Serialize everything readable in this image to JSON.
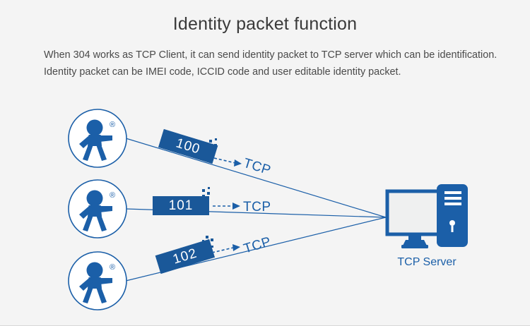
{
  "page": {
    "title": "Identity packet function",
    "background_color": "#f4f4f4",
    "accent_color": "#1b5fa8",
    "packet_fill_color": "#1a5899",
    "title_color": "#3a3a3a",
    "body_color": "#4a4a4a"
  },
  "description": {
    "line1": "When 304 works as TCP Client, it can send identity packet to TCP server which can be identification.",
    "line2": "Identity packet can be IMEI code, ICCID code and user editable identity packet."
  },
  "diagram": {
    "clients": [
      {
        "id": "client-1",
        "icon": "person-in-circle-icon",
        "trademark": "®",
        "packet_label": "100",
        "protocol_label": "TCP"
      },
      {
        "id": "client-2",
        "icon": "person-in-circle-icon",
        "trademark": "®",
        "packet_label": "101",
        "protocol_label": "TCP"
      },
      {
        "id": "client-3",
        "icon": "person-in-circle-icon",
        "trademark": "®",
        "packet_label": "102",
        "protocol_label": "TCP"
      }
    ],
    "server": {
      "icon": "desktop-computer-icon",
      "label": "TCP Server"
    }
  }
}
